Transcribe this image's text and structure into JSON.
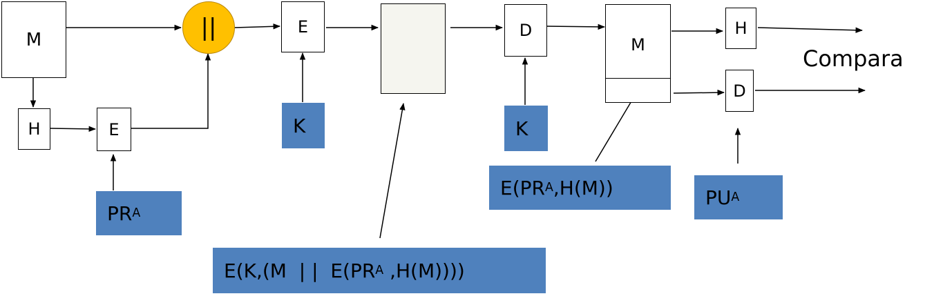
{
  "boxes": {
    "m_sender": "M",
    "h_sender": "H",
    "e_sender": "E",
    "concat": "||",
    "e_sym": "E",
    "d_sym": "D",
    "m_recv": "M",
    "h_recv": "H",
    "d_recv": "D"
  },
  "labels": {
    "pra": {
      "base": "PR",
      "sub": "A"
    },
    "k_enc": "K",
    "k_dec": "K",
    "pua": {
      "base": "PU",
      "sub": "A"
    },
    "sig": {
      "pre": "E(PR",
      "sub": "A",
      "post": ",H(M))"
    },
    "cipher": {
      "pre": "E(K,(M  | |  E(PR",
      "sub": "A",
      "post": " ,H(M))))"
    }
  },
  "compare_text": "Compara",
  "colors": {
    "label_bg": "#4f81bd",
    "concat_fill": "#ffc000",
    "concat_stroke": "#b8860b",
    "transit_fill": "#f5f5ef"
  }
}
